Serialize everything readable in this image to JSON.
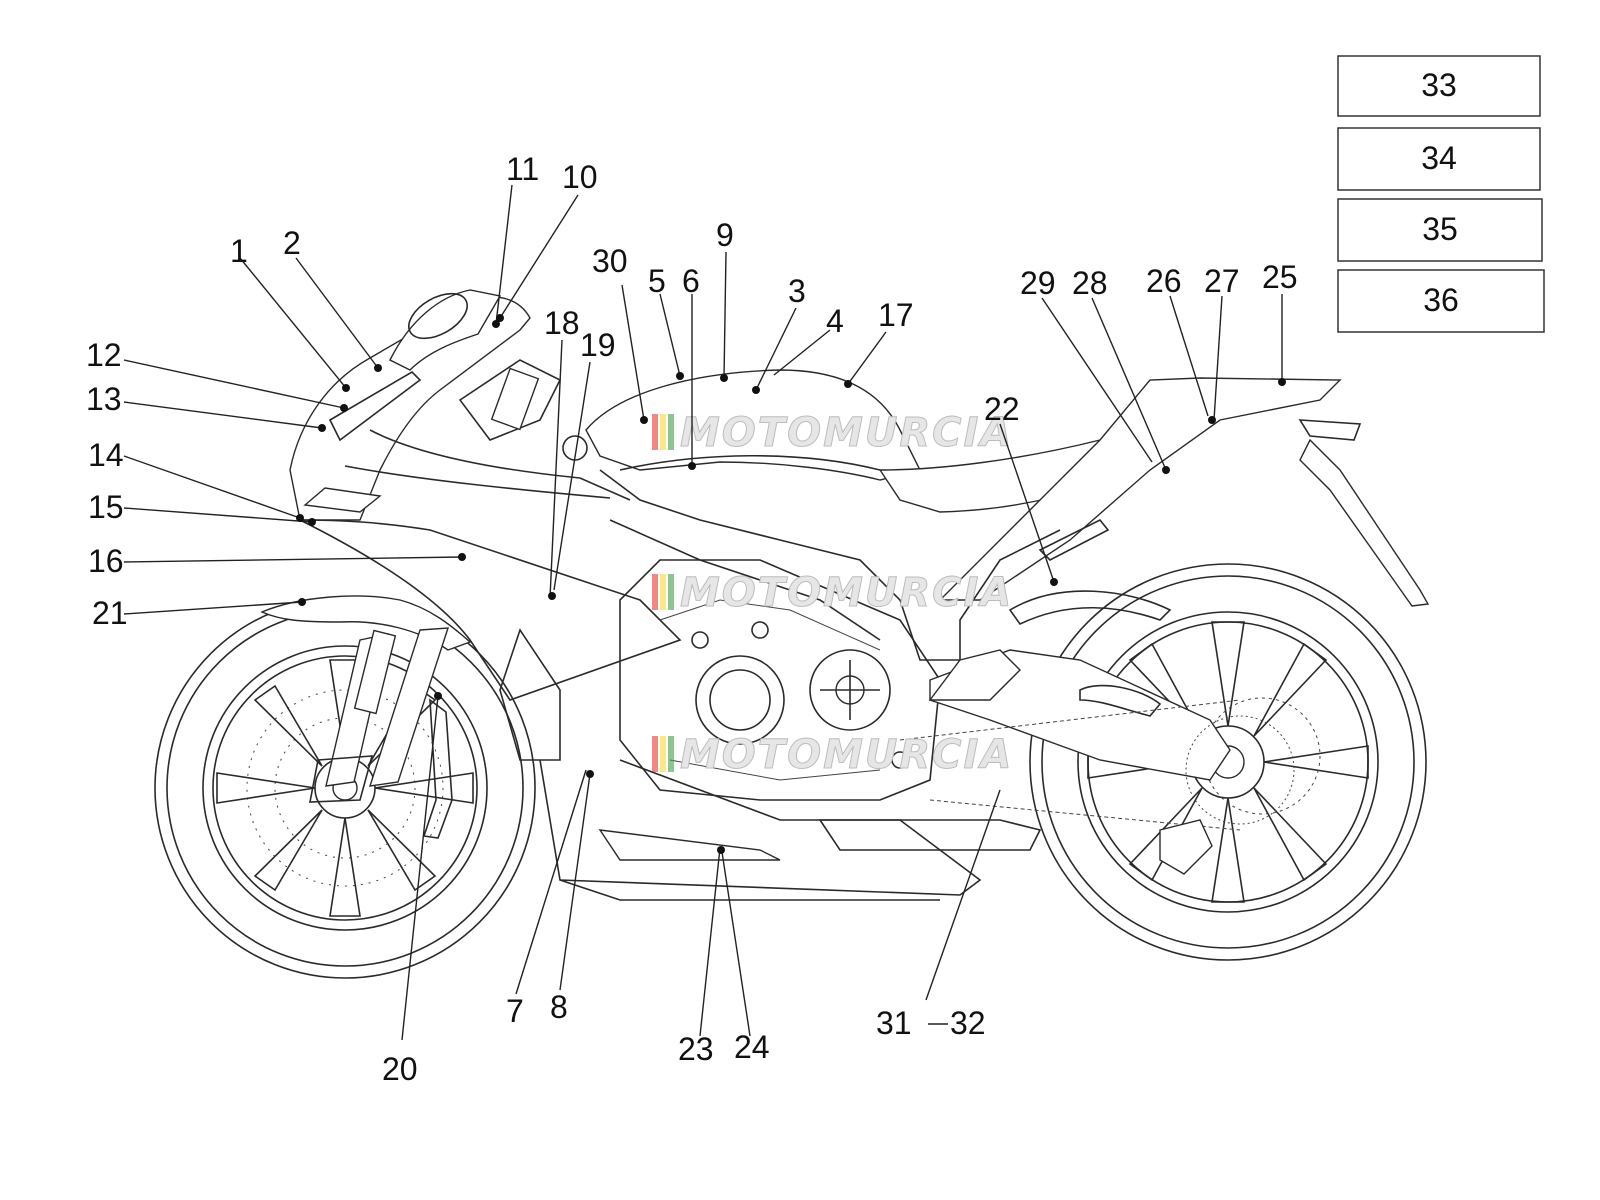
{
  "watermark": {
    "text": "MOTOMURCIA",
    "colors": [
      "#e53935",
      "#fdd835",
      "#43a047"
    ]
  },
  "callouts": {
    "c1": "1",
    "c2": "2",
    "c3": "3",
    "c4": "4",
    "c5": "5",
    "c6": "6",
    "c7": "7",
    "c8": "8",
    "c9": "9",
    "c10": "10",
    "c11": "11",
    "c12": "12",
    "c13": "13",
    "c14": "14",
    "c15": "15",
    "c16": "16",
    "c17": "17",
    "c18": "18",
    "c19": "19",
    "c20": "20",
    "c21": "21",
    "c22": "22",
    "c23": "23",
    "c24": "24",
    "c25": "25",
    "c26": "26",
    "c27": "27",
    "c28": "28",
    "c29": "29",
    "c30": "30",
    "c31": "31",
    "c32": "32"
  },
  "legend": [
    "33",
    "34",
    "35",
    "36"
  ]
}
